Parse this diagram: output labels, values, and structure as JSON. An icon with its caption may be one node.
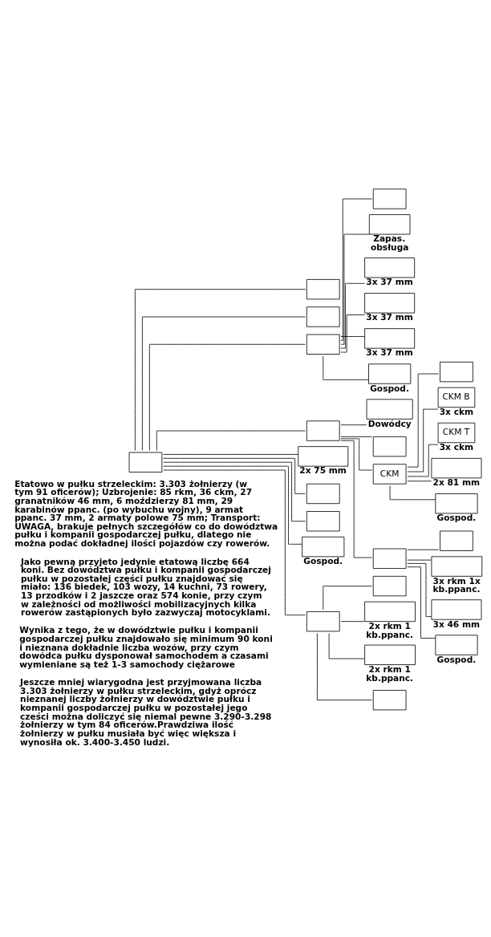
{
  "diagram": {
    "nodes": [
      {
        "text": [],
        "shape": "box"
      },
      {
        "text": [],
        "shape": "box"
      },
      {
        "text": [],
        "shape": "box"
      },
      {
        "text": [],
        "shape": "box"
      },
      {
        "text": [],
        "shape": "box"
      },
      {
        "text": [],
        "shape": "box",
        "beside": [
          "Zapas. obsługa"
        ]
      },
      {
        "text": [],
        "shape": "box",
        "beside": [
          "3x 37 mm"
        ]
      },
      {
        "text": [],
        "shape": "box",
        "beside": [
          "3x 37 mm"
        ]
      },
      {
        "text": [],
        "shape": "box",
        "beside": [
          "3x 37 mm"
        ]
      },
      {
        "text": [],
        "shape": "box",
        "beside": [
          "Gospod."
        ]
      },
      {
        "text": [],
        "shape": "box"
      },
      {
        "text": [],
        "shape": "box",
        "beside": [
          "Dowódcy"
        ]
      },
      {
        "text": [],
        "shape": "box"
      },
      {
        "text": [
          "CKM"
        ]
      },
      {
        "text": [],
        "shape": "box"
      },
      {
        "text": [
          "CKM B"
        ],
        "beside": [
          "3x ckm"
        ]
      },
      {
        "text": [
          "CKM T"
        ],
        "beside": [
          "3x ckm"
        ]
      },
      {
        "text": [],
        "shape": "box",
        "beside": [
          "2x 81 mm"
        ]
      },
      {
        "text": [],
        "shape": "box",
        "beside": [
          "Gospod."
        ]
      },
      {
        "text": [],
        "shape": "box"
      },
      {
        "text": [],
        "shape": "box"
      },
      {
        "text": [],
        "shape": "box",
        "beside": [
          "3x rkm 1x kb.ppanc."
        ]
      },
      {
        "text": [],
        "shape": "box",
        "beside": [
          "3x 46 mm"
        ]
      },
      {
        "text": [],
        "shape": "box",
        "beside": [
          "Gospod."
        ]
      },
      {
        "text": [],
        "shape": "box",
        "beside": [
          "2x 75 mm"
        ]
      },
      {
        "text": [],
        "shape": "box"
      },
      {
        "text": [],
        "shape": "box"
      },
      {
        "text": [],
        "shape": "box",
        "beside": [
          "Gospod."
        ]
      },
      {
        "text": [],
        "shape": "box"
      },
      {
        "text": [],
        "shape": "box"
      },
      {
        "text": [],
        "shape": "box",
        "beside": [
          "2x rkm 1 kb.ppanc."
        ]
      },
      {
        "text": [],
        "shape": "box",
        "beside": [
          "2x rkm 1 kb.ppanc."
        ]
      },
      {
        "text": [],
        "shape": "box"
      }
    ],
    "edges": [
      {
        "from": 0,
        "to": 1,
        "arrow": "none"
      },
      {
        "from": 0,
        "to": 2,
        "arrow": "none"
      },
      {
        "from": 0,
        "to": 3,
        "arrow": "none"
      },
      {
        "from": 3,
        "to": 4,
        "arrow": "none"
      },
      {
        "from": 3,
        "to": 5,
        "arrow": "none"
      },
      {
        "from": 3,
        "to": 6,
        "arrow": "none"
      },
      {
        "from": 3,
        "to": 7,
        "arrow": "none"
      },
      {
        "from": 3,
        "to": 8,
        "arrow": "none"
      },
      {
        "from": 3,
        "to": 9,
        "arrow": "none"
      },
      {
        "from": 0,
        "to": 10,
        "arrow": "none"
      },
      {
        "from": 10,
        "to": 11,
        "arrow": "none"
      },
      {
        "from": 10,
        "to": 12,
        "arrow": "none"
      },
      {
        "from": 10,
        "to": 13,
        "arrow": "none"
      },
      {
        "from": 13,
        "to": 14,
        "arrow": "none"
      },
      {
        "from": 13,
        "to": 15,
        "arrow": "none"
      },
      {
        "from": 13,
        "to": 16,
        "arrow": "none"
      },
      {
        "from": 13,
        "to": 17,
        "arrow": "none"
      },
      {
        "from": 13,
        "to": 18,
        "arrow": "none"
      },
      {
        "from": 10,
        "to": 19,
        "arrow": "none"
      },
      {
        "from": 19,
        "to": 20,
        "arrow": "none"
      },
      {
        "from": 19,
        "to": 21,
        "arrow": "none"
      },
      {
        "from": 19,
        "to": 22,
        "arrow": "none"
      },
      {
        "from": 19,
        "to": 23,
        "arrow": "none"
      },
      {
        "from": 0,
        "to": 24,
        "arrow": "none"
      },
      {
        "from": 0,
        "to": 25,
        "arrow": "none"
      },
      {
        "from": 0,
        "to": 26,
        "arrow": "none"
      },
      {
        "from": 0,
        "to": 27,
        "arrow": "none"
      },
      {
        "from": 0,
        "to": 28,
        "arrow": "none"
      },
      {
        "from": 28,
        "to": 29,
        "arrow": "none"
      },
      {
        "from": 28,
        "to": 30,
        "arrow": "none"
      },
      {
        "from": 28,
        "to": 31,
        "arrow": "none"
      },
      {
        "from": 28,
        "to": 32,
        "arrow": "none"
      }
    ],
    "labels": [
      "Etatowo w pułku strzeleckim: 3.303 żołnierzy (w tym 91 oficerów); Uzbrojenie: 85 rkm, 36 ckm, 27 granatników 46 mm, 6 moździerzy 81 mm, 29 karabinów ppanc. (po wybuchu wojny), 9 armat ppanc. 37 mm, 2 armaty polowe 75 mm; Transport: UWAGA, brakuje pełnych szczegółów co do dowództwa pułku i kompanii gospodarczej pułku, dlatego nie można podać dokładnej ilości pojazdów czy rowerów.",
      "Jako pewną przyjeto jedynie etatową liczbę 664 koni. Bez dowództwa pułku i kompanii gospodarczej pułku w pozostałej części pułku znajdować się miało: 136 biedek, 103 wozy, 14 kuchni, 73 rowery, 13 przodków i 2 jaszcze oraz 574 konie, przy czym w zależności od możliwości mobilizacyjnych kilka rowerów zastąpionych było zazwyczaj motocyklami.",
      "Wynika z tego, że w dowództwie pułku i kompanii gospodarczej pułku znajdowało się minimum 90 koni i nieznana dokładnie liczba wozów, przy czym dowódca pułku dysponował samochodem a czasami wymieniane są też 1-3 samochody ciężarowe",
      "Jeszcze mniej wiarygodna jest przyjmowana liczba 3.303 żołnierzy w pułku strzeleckim, gdyż oprócz nieznanej liczby żołnierzy w dowództwie pułku i kompanii gospodarczej pułku w pozostałej jego cześci można doliczyć się niemal pewne 3.290-3.298 żołnierzy w tym 84 oficerów.Prawdziwa ilość żołnierzy w pułku musiała być więc większa i wynosiła ok. 3.400-3.450 ludzi."
    ]
  }
}
